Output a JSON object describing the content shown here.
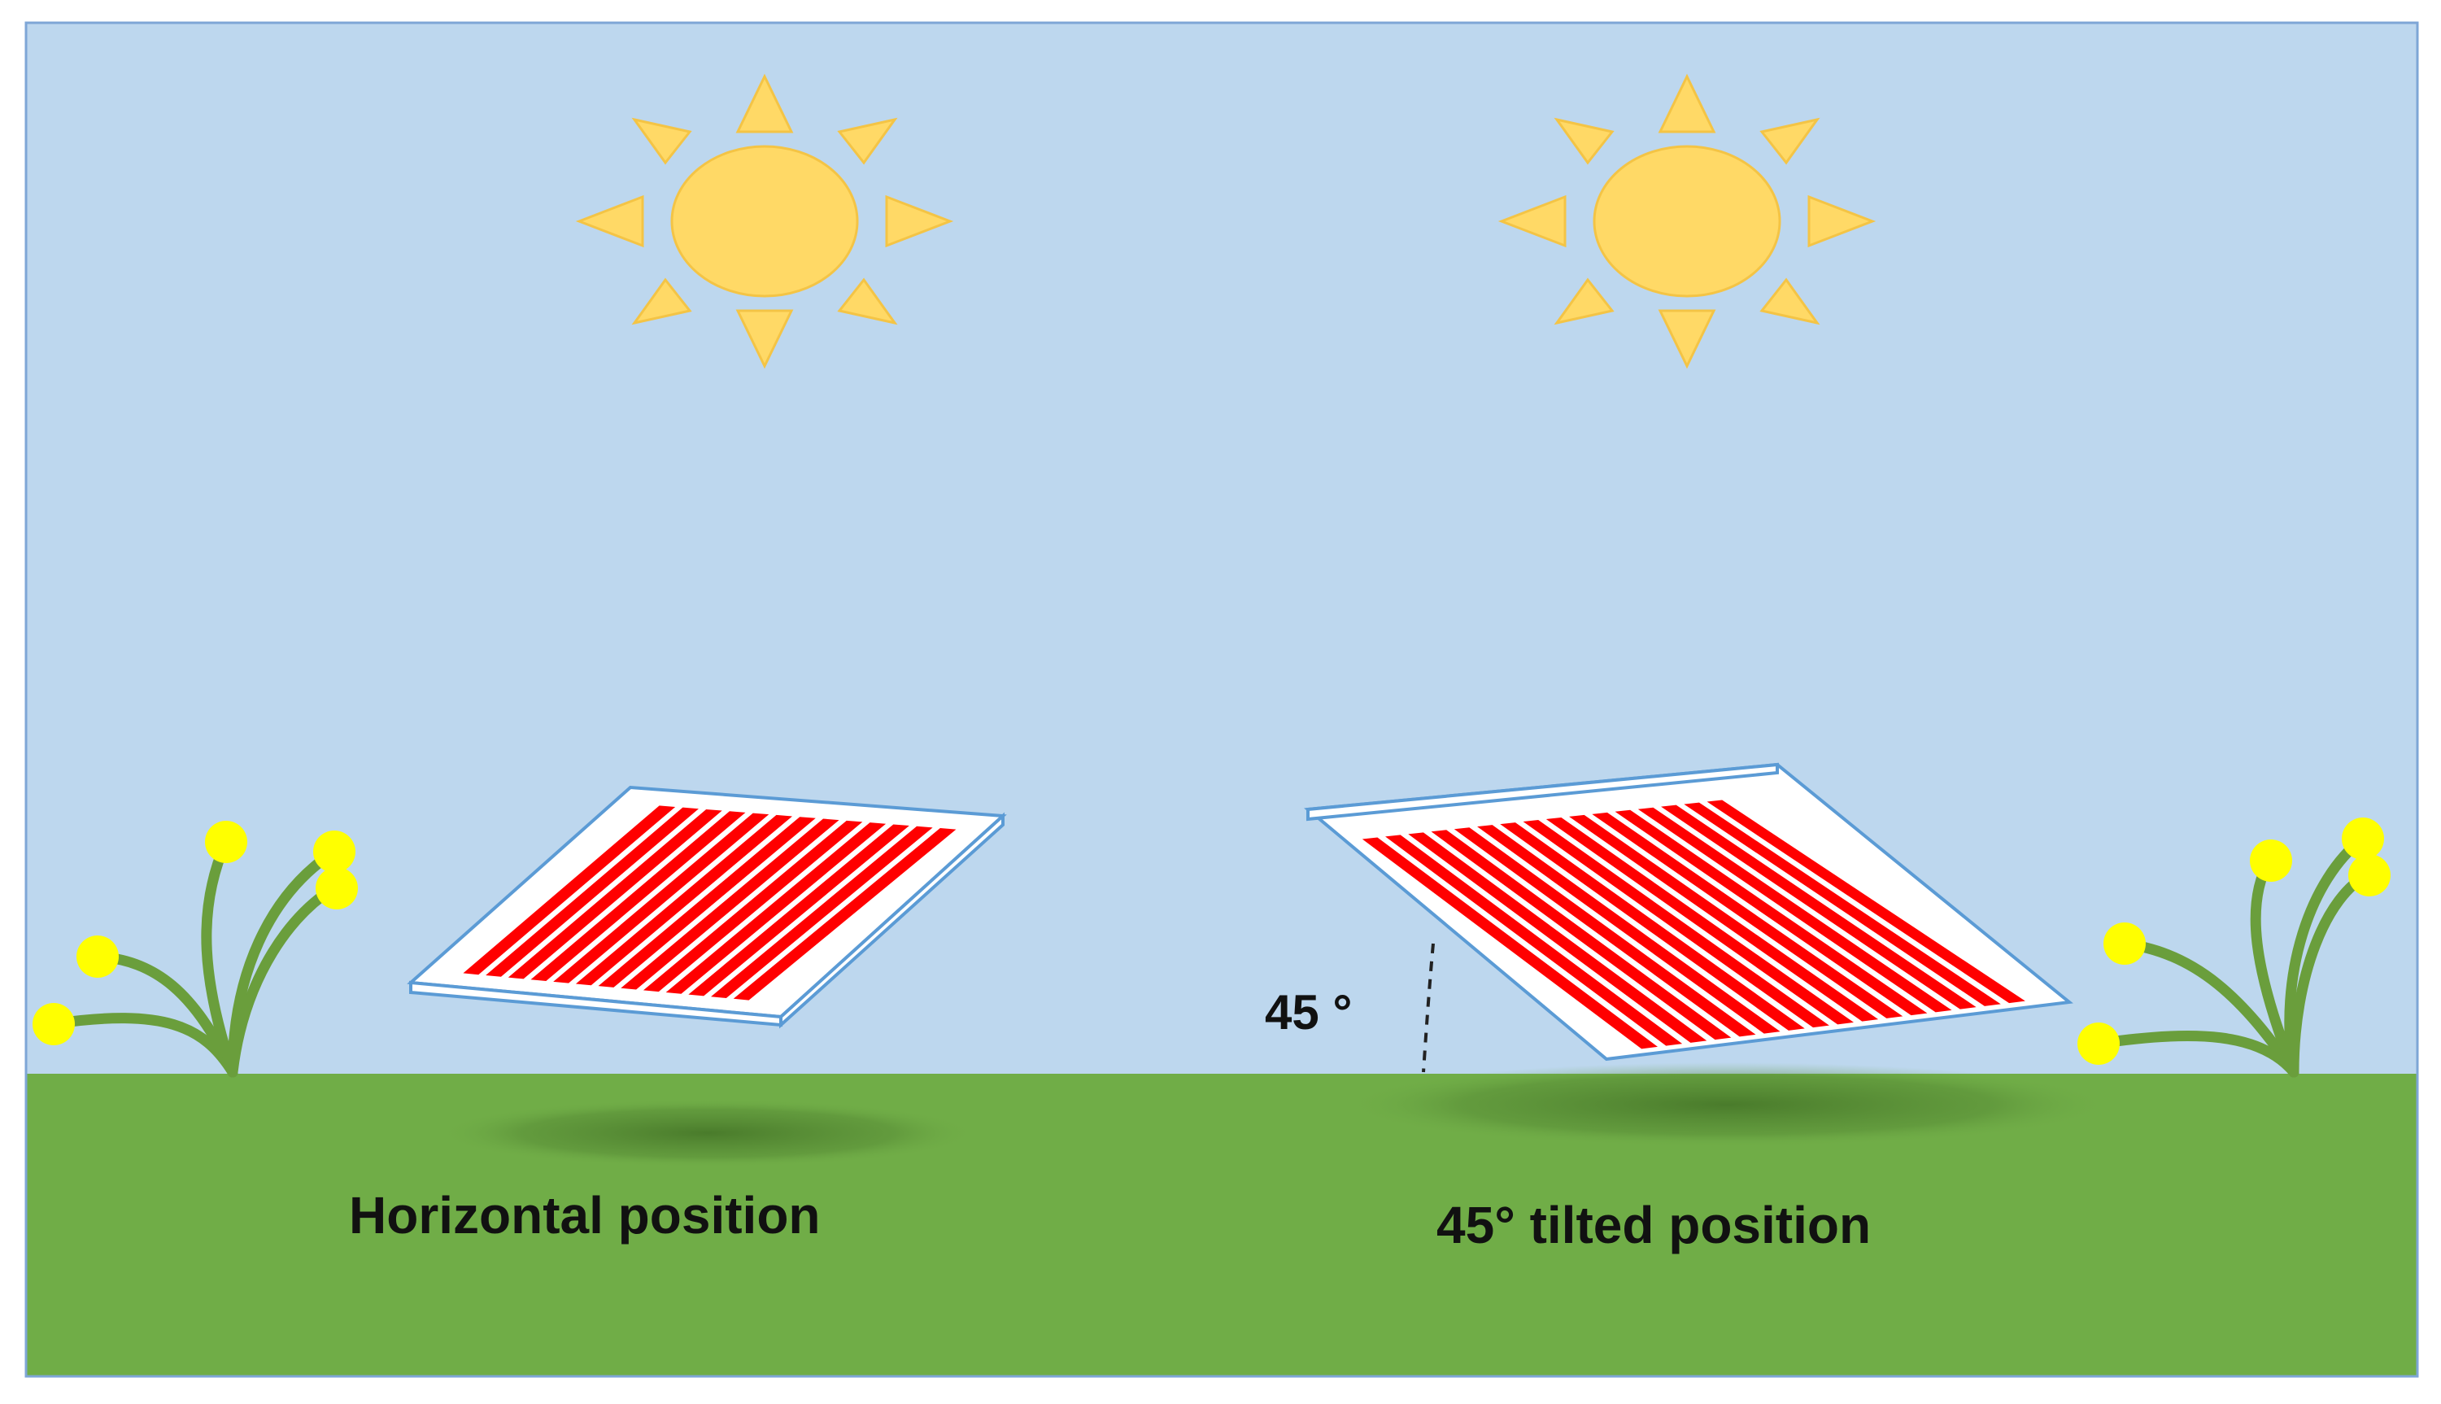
{
  "labels": {
    "horizontal_caption": "Horizontal position",
    "tilted_caption": "45° tilted position",
    "angle_label": "45 °"
  },
  "colors": {
    "sky": "#BDD7EE",
    "ground": "#70AD47",
    "sun_fill": "#FFD966",
    "sun_stroke": "#F4C445",
    "panel_frame": "#FFFFFF",
    "panel_frame_edge": "#5B9BD5",
    "cell_strip": "#FF0000",
    "stem": "#6A9E3C",
    "flower": "#FFFF00",
    "border": "#7EA6D6"
  },
  "icons": [
    "sun-icon",
    "sun-icon",
    "solar-panel-icon",
    "solar-panel-icon",
    "flower-plant-icon",
    "flower-plant-icon"
  ],
  "tilt_angle_deg": 45
}
